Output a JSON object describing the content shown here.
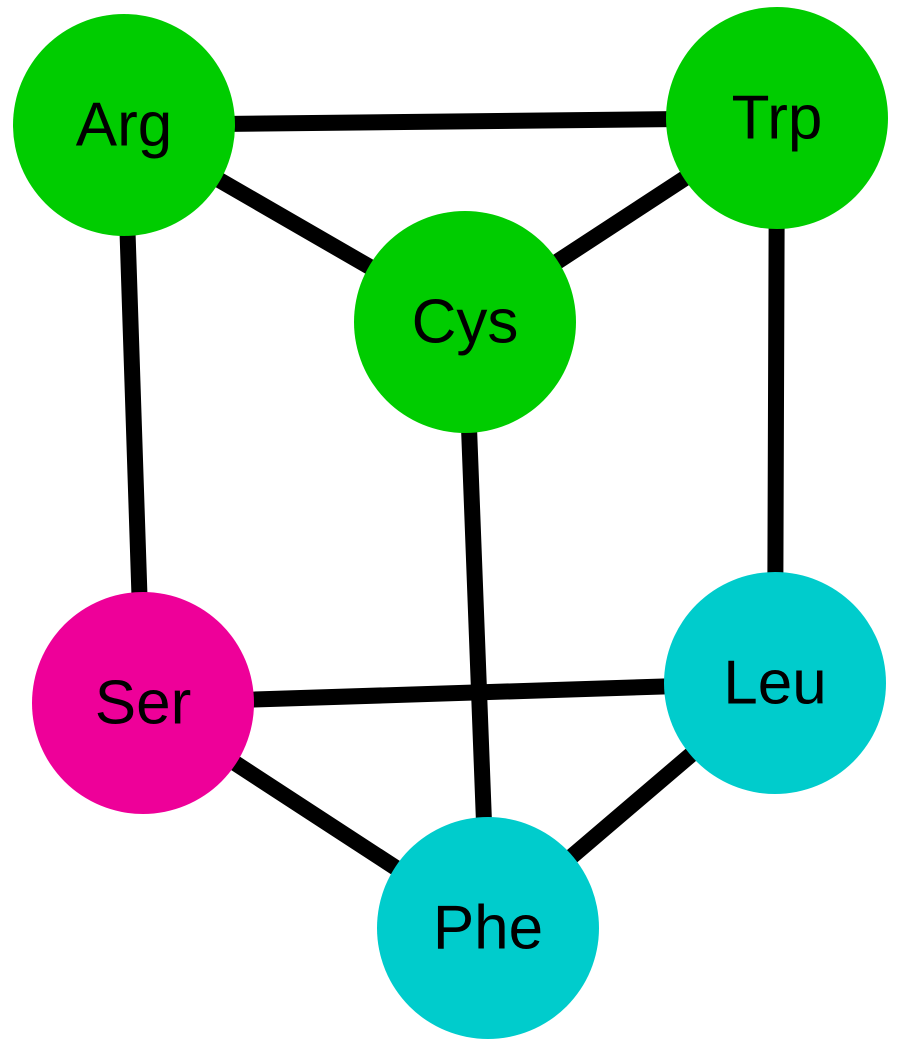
{
  "diagram": {
    "nodes": [
      {
        "id": "arg",
        "label": "Arg",
        "color": "#00cc00"
      },
      {
        "id": "trp",
        "label": "Trp",
        "color": "#00cc00"
      },
      {
        "id": "cys",
        "label": "Cys",
        "color": "#00cc00"
      },
      {
        "id": "ser",
        "label": "Ser",
        "color": "#ee0099"
      },
      {
        "id": "leu",
        "label": "Leu",
        "color": "#00cccc"
      },
      {
        "id": "phe",
        "label": "Phe",
        "color": "#00cccc"
      }
    ],
    "edges": [
      {
        "from": "arg",
        "to": "trp"
      },
      {
        "from": "arg",
        "to": "cys"
      },
      {
        "from": "trp",
        "to": "cys"
      },
      {
        "from": "arg",
        "to": "ser"
      },
      {
        "from": "trp",
        "to": "leu"
      },
      {
        "from": "cys",
        "to": "phe"
      },
      {
        "from": "ser",
        "to": "leu"
      },
      {
        "from": "ser",
        "to": "phe"
      },
      {
        "from": "leu",
        "to": "phe"
      }
    ]
  }
}
